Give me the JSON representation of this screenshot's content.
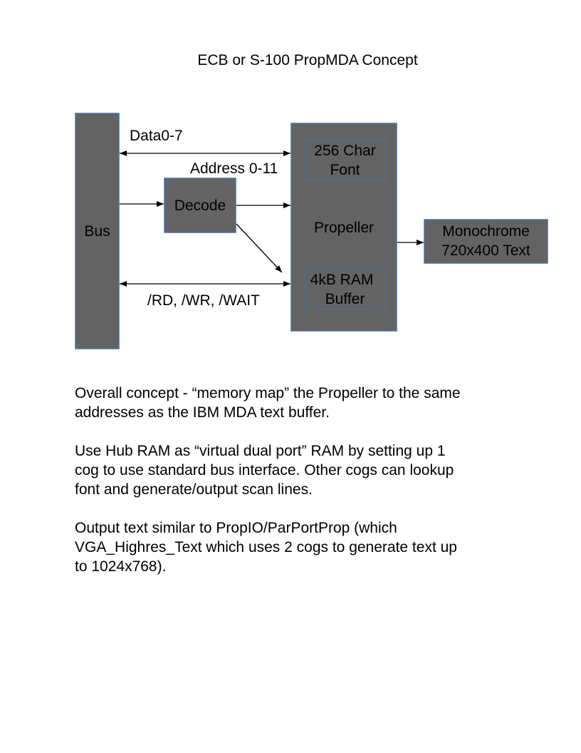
{
  "title": "ECB or S-100 PropMDA Concept",
  "colors": {
    "block_fill": "#636363",
    "block_border": "#4a6fa5",
    "line": "#000000"
  },
  "diagram": {
    "bus_label": "Bus",
    "decode_label": "Decode",
    "propeller_label": "Propeller",
    "font_box": [
      "256 Char",
      "Font"
    ],
    "ram_box": [
      "4kB RAM",
      "Buffer"
    ],
    "monitor_box": [
      "Monochrome",
      "720x400 Text"
    ],
    "signal_data": "Data0-7",
    "signal_address": "Address 0-11",
    "signal_control": "/RD, /WR, /WAIT"
  },
  "notes": [
    "Overall concept - “memory map” the Propeller to the same\naddresses as the IBM MDA text buffer.",
    "Use Hub RAM as “virtual dual port” RAM by setting up 1\ncog to use standard bus interface.  Other cogs can lookup\nfont and generate/output scan lines.",
    "Output text similar to PropIO/ParPortProp (which\nVGA_Highres_Text which uses 2 cogs to generate text up\nto 1024x768)."
  ]
}
